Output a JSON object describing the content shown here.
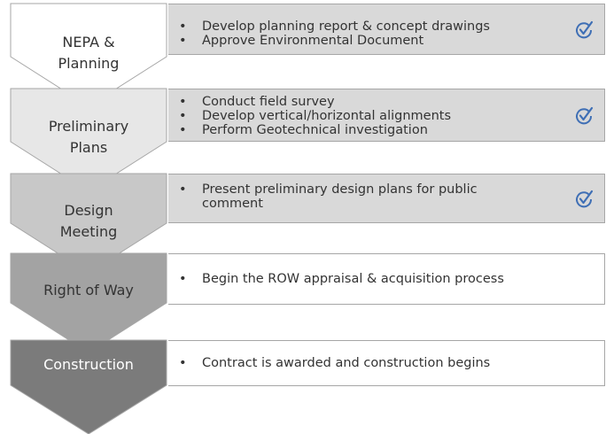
{
  "steps": [
    {
      "label": "NEPA &\nPlanning",
      "status": "complete",
      "tasks": [
        "Develop planning report & concept drawings",
        "Approve Environmental Document"
      ]
    },
    {
      "label": "Preliminary\nPlans",
      "status": "complete",
      "tasks": [
        "Conduct field survey",
        "Develop vertical/horizontal alignments",
        "Perform Geotechnical investigation"
      ]
    },
    {
      "label": "Design\nMeeting",
      "status": "complete",
      "tasks": [
        "Present preliminary design plans for public comment"
      ]
    },
    {
      "label": "Right of Way",
      "status": "pending",
      "tasks": [
        "Begin the ROW appraisal & acquisition process"
      ]
    },
    {
      "label": "Construction",
      "status": "pending",
      "tasks": [
        "Contract is awarded and construction begins"
      ]
    }
  ],
  "colors": {
    "step_fills": [
      "#ffffff",
      "#e7e7e7",
      "#c8c8c8",
      "#a3a3a3",
      "#7b7b7b"
    ],
    "step_text": [
      "#333333",
      "#333333",
      "#333333",
      "#333333",
      "#ffffff"
    ],
    "complete_box": "#d9d9d9",
    "pending_box": "#ffffff",
    "chevron_stroke": "#a6a6a6",
    "check_stroke": "#3f6fb5"
  },
  "icons": {
    "complete": "check-circle-icon"
  }
}
